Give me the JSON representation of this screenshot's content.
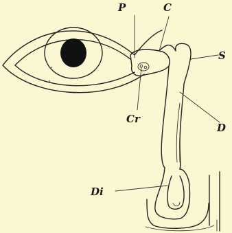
{
  "labels": {
    "p": "P",
    "c": "C",
    "s": "S",
    "cr": "Cr",
    "d": "D",
    "di": "Di"
  },
  "icons": {
    "eye": "eye-icon"
  },
  "colors": {
    "background": "#fbf7d2",
    "ink": "#1a1a1a"
  }
}
